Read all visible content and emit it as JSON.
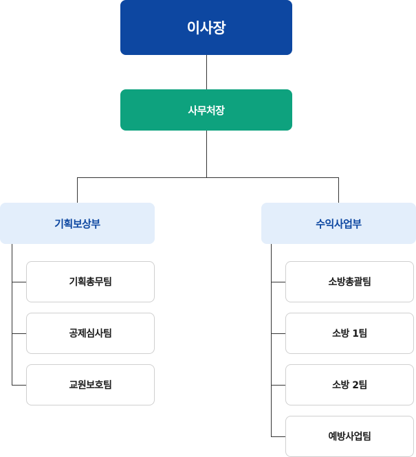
{
  "chart": {
    "chairman": "이사장",
    "secretary_general": "사무처장",
    "departments": [
      {
        "name": "기획보상부",
        "teams": [
          "기획총무팀",
          "공제심사팀",
          "교원보호팀"
        ]
      },
      {
        "name": "수익사업부",
        "teams": [
          "소방총괄팀",
          "소방 1팀",
          "소방 2팀",
          "예방사업팀"
        ]
      }
    ]
  },
  "colors": {
    "chairman_bg": "#0d47a1",
    "secretary_bg": "#0ea27e",
    "department_bg": "#e3eefb",
    "department_text": "#0d47a1",
    "team_border": "#cfcfcf",
    "connector": "#333333"
  }
}
